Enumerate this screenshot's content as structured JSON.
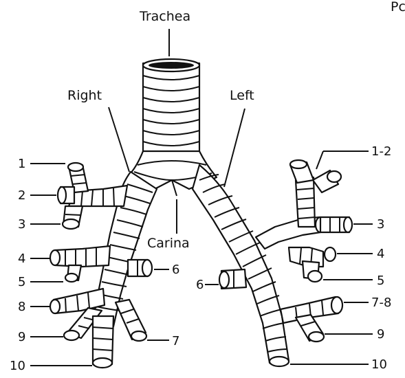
{
  "labels": {
    "trachea": "Trachea",
    "right": "Right",
    "left": "Left",
    "carina": "Carina",
    "corner": "Pc"
  },
  "right_segments": [
    "1",
    "2",
    "3",
    "4",
    "5",
    "8",
    "9",
    "10",
    "6",
    "7"
  ],
  "left_segments": [
    "1-2",
    "3",
    "4",
    "5",
    "7-8",
    "9",
    "10",
    "6"
  ]
}
